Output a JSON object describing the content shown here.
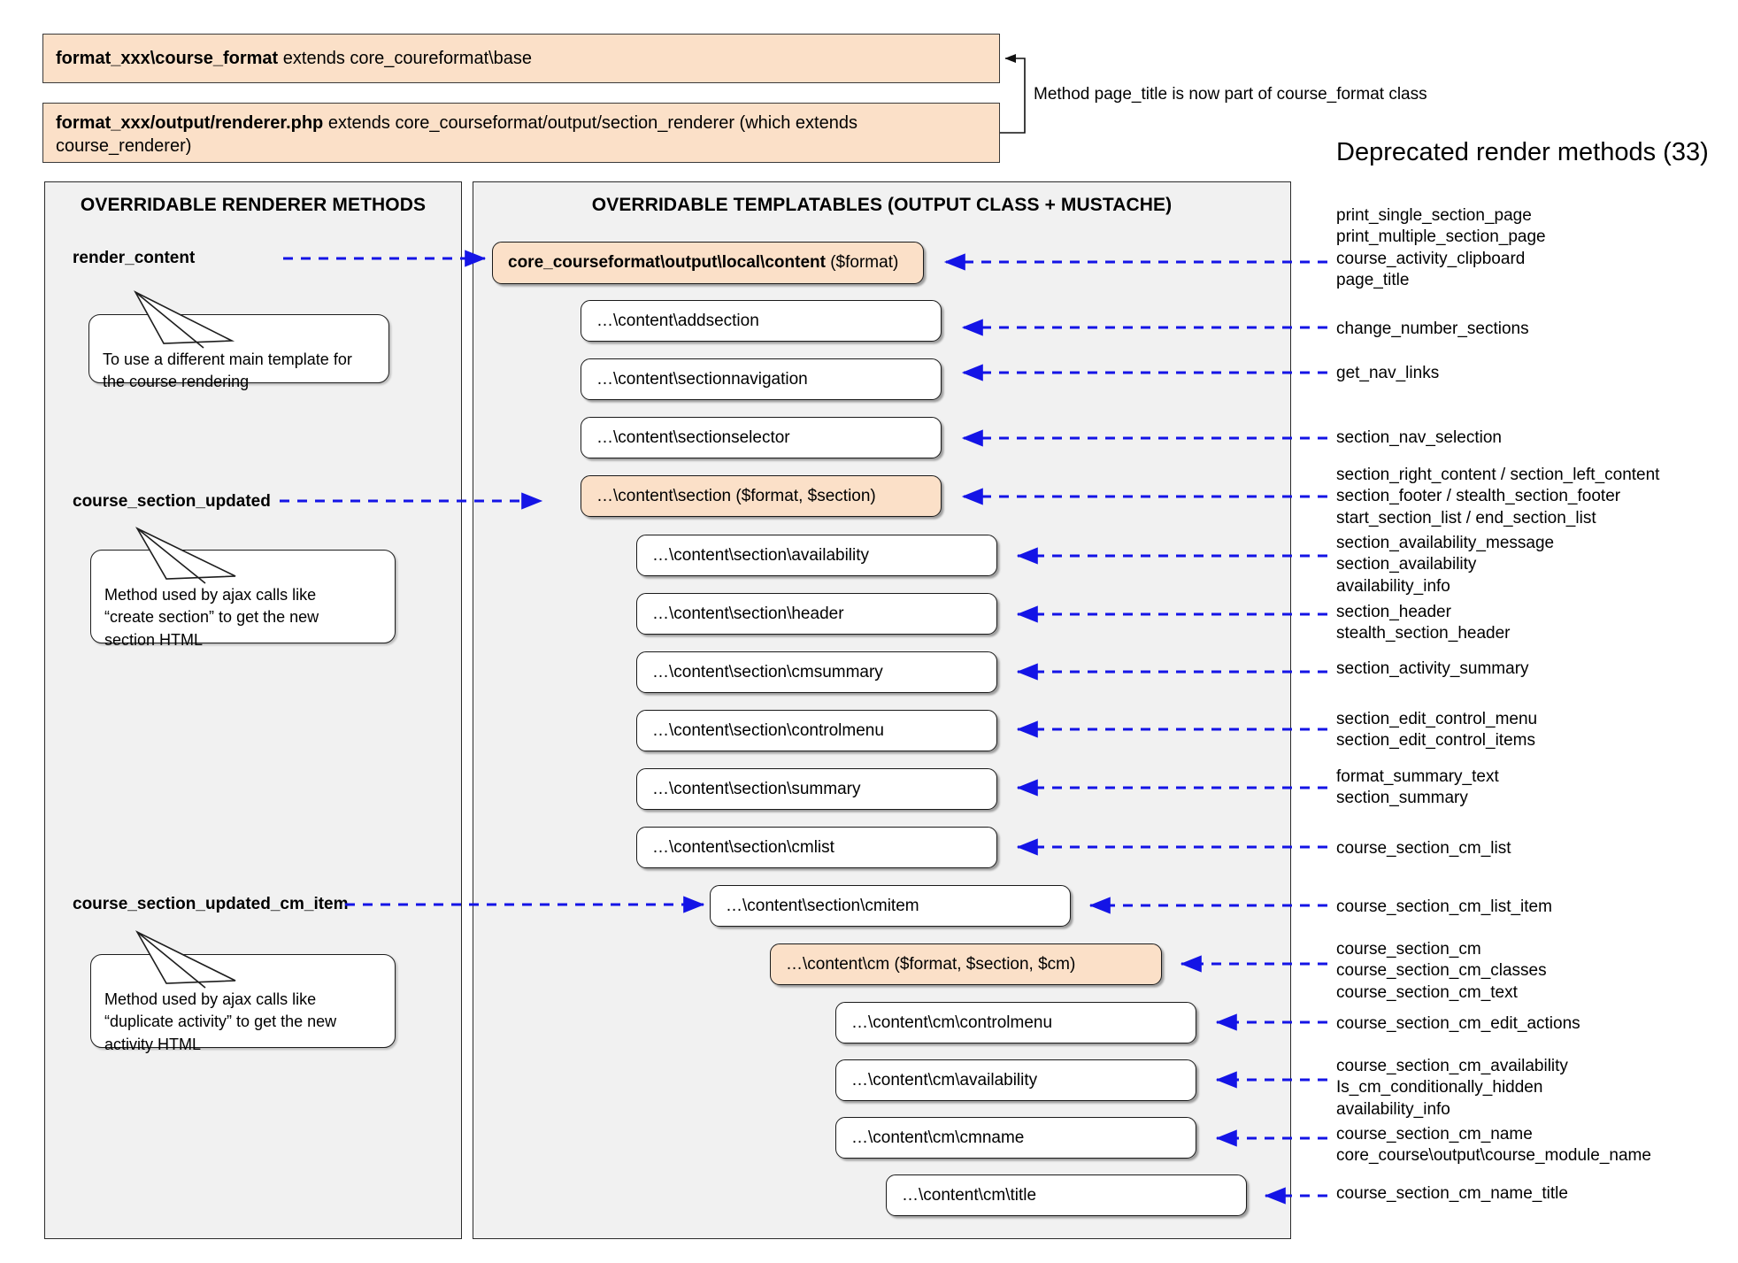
{
  "header": {
    "format_box": {
      "bold": "format_xxx\\course_format",
      "rest": " extends core_coureformat\\base"
    },
    "renderer_box": {
      "bold": "format_xxx/output/renderer.php",
      "rest": " extends core_courseformat/output/section_renderer (which extends course_renderer)"
    },
    "note": "Method page_title is now part of course_format class",
    "deprecated_title": "Deprecated render methods (33)"
  },
  "panels": {
    "left_title": "OVERRIDABLE RENDERER METHODS",
    "mid_title": "OVERRIDABLE TEMPLATABLES (OUTPUT CLASS + MUSTACHE)"
  },
  "renderer_methods": [
    {
      "label": "render_content"
    },
    {
      "label": "course_section_updated"
    },
    {
      "label": "course_section_updated_cm_item"
    }
  ],
  "callouts": [
    {
      "text": "To use a different main template for\nthe course rendering"
    },
    {
      "text": "Method used by ajax calls like\n“create section” to get the new\nsection HTML"
    },
    {
      "text": "Method used by ajax calls like\n“duplicate activity” to get the new\nactivity HTML"
    }
  ],
  "templatables": [
    {
      "label_bold": "core_courseformat\\output\\local\\content",
      "label_rest": " ($format)",
      "accent": true
    },
    {
      "label": "…\\content\\addsection",
      "accent": false
    },
    {
      "label": "…\\content\\sectionnavigation",
      "accent": false
    },
    {
      "label": "…\\content\\sectionselector",
      "accent": false
    },
    {
      "label": "…\\content\\section ($format, $section)",
      "accent": true
    },
    {
      "label": "…\\content\\section\\availability",
      "accent": false
    },
    {
      "label": "…\\content\\section\\header",
      "accent": false
    },
    {
      "label": "…\\content\\section\\cmsummary",
      "accent": false
    },
    {
      "label": "…\\content\\section\\controlmenu",
      "accent": false
    },
    {
      "label": "…\\content\\section\\summary",
      "accent": false
    },
    {
      "label": "…\\content\\section\\cmlist",
      "accent": false
    },
    {
      "label": "…\\content\\section\\cmitem",
      "accent": false
    },
    {
      "label": "…\\content\\cm ($format, $section, $cm)",
      "accent": true
    },
    {
      "label": "…\\content\\cm\\controlmenu",
      "accent": false
    },
    {
      "label": "…\\content\\cm\\availability",
      "accent": false
    },
    {
      "label": "…\\content\\cm\\cmname",
      "accent": false
    },
    {
      "label": "…\\content\\cm\\title",
      "accent": false
    }
  ],
  "deprecated_groups": [
    {
      "text": "print_single_section_page\nprint_multiple_section_page\ncourse_activity_clipboard\npage_title"
    },
    {
      "text": "change_number_sections"
    },
    {
      "text": "get_nav_links"
    },
    {
      "text": "section_nav_selection"
    },
    {
      "text": "section_right_content / section_left_content\nsection_footer / stealth_section_footer\nstart_section_list / end_section_list"
    },
    {
      "text": "section_availability_message\nsection_availability\navailability_info"
    },
    {
      "text": "section_header\nstealth_section_header"
    },
    {
      "text": "section_activity_summary"
    },
    {
      "text": "section_edit_control_menu\nsection_edit_control_items"
    },
    {
      "text": "format_summary_text\nsection_summary"
    },
    {
      "text": "course_section_cm_list"
    },
    {
      "text": "course_section_cm_list_item"
    },
    {
      "text": "course_section_cm\ncourse_section_cm_classes\ncourse_section_cm_text"
    },
    {
      "text": "course_section_cm_edit_actions"
    },
    {
      "text": "course_section_cm_availability\nIs_cm_conditionally_hidden\navailability_info"
    },
    {
      "text": "course_section_cm_name\ncore_course\\output\\course_module_name"
    },
    {
      "text": "course_section_cm_name_title"
    }
  ],
  "colors": {
    "accent_fill": "#fbe0c8",
    "panel_fill": "#f1f1f1",
    "arrow": "#1414e6",
    "stroke": "#1a1a1a"
  }
}
